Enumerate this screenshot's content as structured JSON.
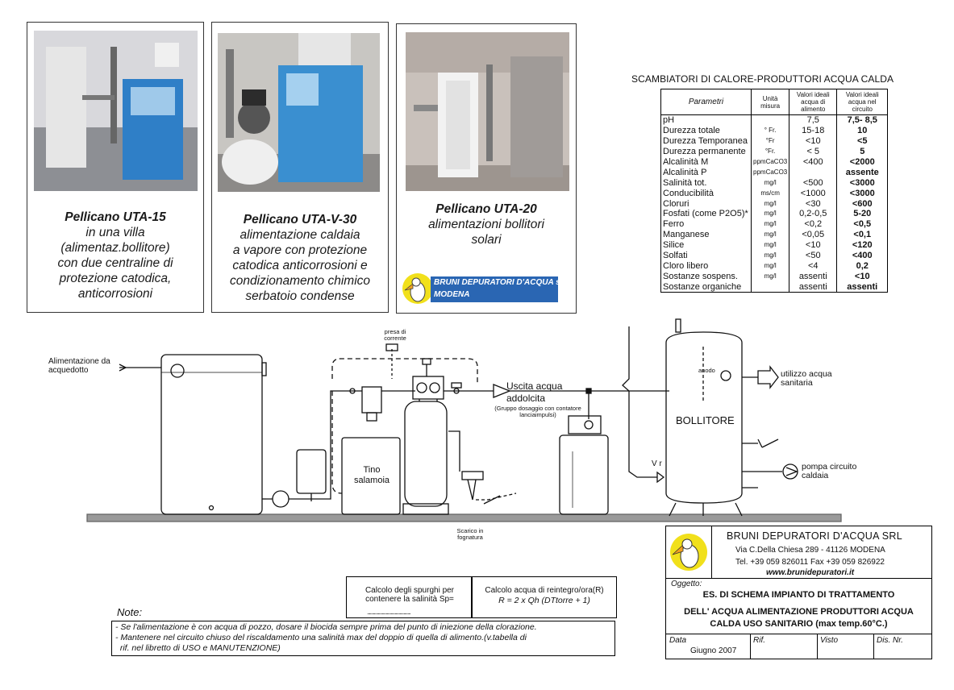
{
  "photos": [
    {
      "title": "Pellicano UTA-15",
      "lines": [
        "in una villa",
        "(alimentaz.bollitore)",
        "con due centraline di",
        "protezione catodica,",
        "anticorrosioni"
      ]
    },
    {
      "title": "Pellicano UTA-V-30",
      "lines": [
        "alimentazione caldaia",
        "a vapore con protezione",
        "catodica anticorrosioni e",
        "condizionamento  chimico",
        "serbatoio condense"
      ]
    },
    {
      "title": "Pellicano UTA-20",
      "lines": [
        "alimentazioni  bollitori",
        "solari"
      ]
    }
  ],
  "logo_small": {
    "line1": "BRUNI DEPURATORI D'ACQUA s.r.l.",
    "line2": "MODENA"
  },
  "table": {
    "title": "SCAMBIATORI DI CALORE-PRODUTTORI ACQUA CALDA",
    "headers": [
      "Parametri",
      "Unità misura",
      "Valori ideali acqua di alimento",
      "Valori ideali acqua nel circuito"
    ],
    "rows": [
      [
        "pH",
        "",
        "7,5",
        "7,5- 8,5"
      ],
      [
        "Durezza totale",
        "° Fr.",
        "15-18",
        "10"
      ],
      [
        "Durezza Temporanea",
        "°Fr",
        "<10",
        "<5"
      ],
      [
        "Durezza permanente",
        "°Fr.",
        "< 5",
        "5"
      ],
      [
        "Alcalinità M",
        "ppmCaCO3",
        "<400",
        "<2000"
      ],
      [
        "Alcalinità P",
        "ppmCaCO3",
        "",
        "assente"
      ],
      [
        "Salinità tot.",
        "mg/l",
        "<500",
        "<3000"
      ],
      [
        "Conducibilità",
        "ms/cm",
        "<1000",
        "<3000"
      ],
      [
        "Cloruri",
        "mg/l",
        "<30",
        "<600"
      ],
      [
        "Fosfati (come P2O5)*",
        "mg/l",
        "0,2-0,5",
        "5-20"
      ],
      [
        "Ferro",
        "mg/l",
        "<0,2",
        "<0,5"
      ],
      [
        "Manganese",
        "mg/l",
        "<0,05",
        "<0,1"
      ],
      [
        "Silice",
        "mg/l",
        "<10",
        "<120"
      ],
      [
        "Solfati",
        "mg/l",
        "<50",
        "<400"
      ],
      [
        "Cloro libero",
        "mg/l",
        "<4",
        "0,2"
      ],
      [
        "Sostanze sospens.",
        "mg/l",
        "assenti",
        "<10"
      ],
      [
        "Sostanze  organiche",
        "",
        "assenti",
        "assenti"
      ]
    ]
  },
  "diagram": {
    "alimentazione": "Alimentazione da acquedotto",
    "presa": "presa di corrente",
    "uscita": "Uscita acqua addolcita",
    "gruppo": "(Gruppo dosaggio con contatore lanciaimpulsi)",
    "tino": "Tino salamoia",
    "scarico": "Scarico in fognatura",
    "vr": "V r",
    "anodo": "anodo",
    "bollitore": "BOLLITORE",
    "utilizzo": "utilizzo acqua sanitaria",
    "pompa": "pompa circuito caldaia"
  },
  "calc": {
    "spurghi": "Calcolo degli spurghi per contenere la salinità Sp=",
    "spurghi_dots": "............................................",
    "reintegro": "Calcolo acqua di reintegro/ora(R)",
    "formula": "R = 2 x Qh (DTtorre + 1)"
  },
  "notes": {
    "title": "Note:",
    "lines": [
      "- Se l'alimentazione è con acqua di pozzo, dosare il biocida sempre prima del punto di iniezione della clorazione.",
      "- Mantenere nel circuito chiuso del riscaldamento una salinità  max del doppio di quella di alimento.(v.tabella di",
      "  rif. nel libretto di USO e MANUTENZIONE)"
    ]
  },
  "title_block": {
    "company": "BRUNI  DEPURATORI  D'ACQUA SRL",
    "address": "Via C.Della Chiesa 289 - 41126 MODENA",
    "phone": "Tel. +39 059 826011  Fax +39 059 826922",
    "web": "www.brunidepuratori.it",
    "oggetto_label": "Oggetto:",
    "oggetto_lines": [
      "ES. DI SCHEMA  IMPIANTO DI TRATTAMENTO",
      "DELL' ACQUA ALIMENTAZIONE PRODUTTORI ACQUA",
      "CALDA USO SANITARIO (max temp.60°C.)"
    ],
    "data_label": "Data",
    "data_value": "Giugno 2007",
    "rif_label": "Rif.",
    "visto_label": "Visto",
    "dis_label": "Dis. Nr."
  }
}
